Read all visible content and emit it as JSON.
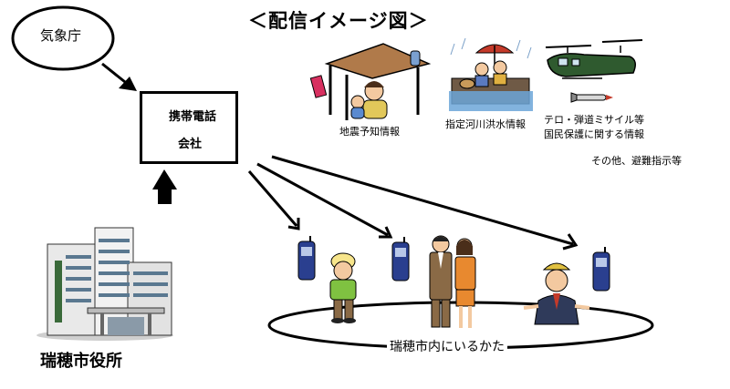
{
  "title": "＜配信イメージ図＞",
  "nodes": {
    "jma": "気象庁",
    "carrier_line1": "携帯電話",
    "carrier_line2": "会社",
    "city_office": "瑞穂市役所",
    "residents": "瑞穂市内にいるかた"
  },
  "alert_types": {
    "earthquake": "地震予知情報",
    "flood": "指定河川洪水情報",
    "missile_line1": "テロ・弾道ミサイル等",
    "missile_line2": "国民保護に関する情報",
    "other": "その他、避難指示等"
  },
  "colors": {
    "phone": "#2a3f8f",
    "green_shirt": "#7fc241",
    "helmet": "#f7e58b",
    "suit": "#8a6a46",
    "orange": "#e8892f",
    "building": "#e6e6e6",
    "helicopter": "#2f5a2f"
  }
}
